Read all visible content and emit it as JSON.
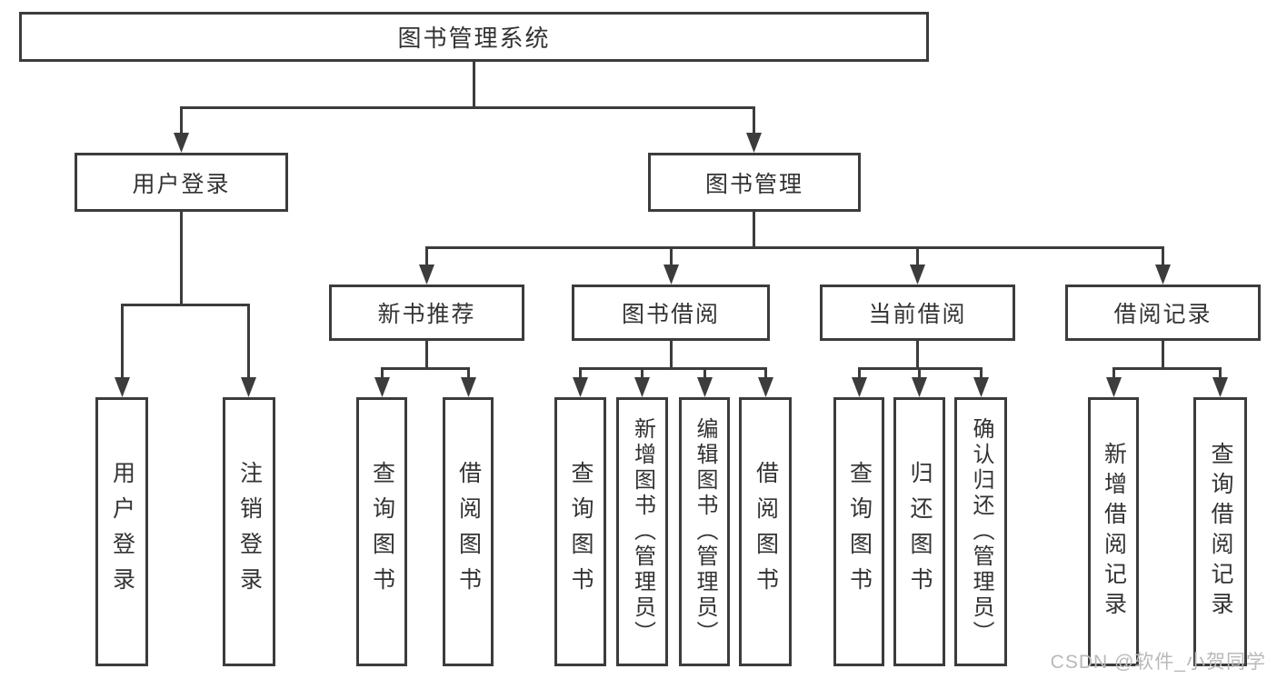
{
  "diagram": {
    "root": {
      "label": "图书管理系统"
    },
    "children": [
      {
        "label": "用户登录",
        "children": [
          {
            "label": "用户登录"
          },
          {
            "label": "注销登录"
          }
        ]
      },
      {
        "label": "图书管理",
        "children": [
          {
            "label": "新书推荐",
            "children": [
              {
                "label": "查询图书"
              },
              {
                "label": "借阅图书"
              }
            ]
          },
          {
            "label": "图书借阅",
            "children": [
              {
                "label": "查询图书"
              },
              {
                "label": "新增图书（管理员）"
              },
              {
                "label": "编辑图书（管理员）"
              },
              {
                "label": "借阅图书"
              }
            ]
          },
          {
            "label": "当前借阅",
            "children": [
              {
                "label": "查询图书"
              },
              {
                "label": "归还图书"
              },
              {
                "label": "确认归还（管理员）"
              }
            ]
          },
          {
            "label": "借阅记录",
            "children": [
              {
                "label": "新增借阅记录"
              },
              {
                "label": "查询借阅记录"
              }
            ]
          }
        ]
      }
    ]
  },
  "watermark": "CSDN @软件_小贺同学",
  "colors": {
    "line": "#3c3c3c",
    "text": "#333333",
    "background": "#ffffff",
    "watermark": "#b9b9b9"
  }
}
